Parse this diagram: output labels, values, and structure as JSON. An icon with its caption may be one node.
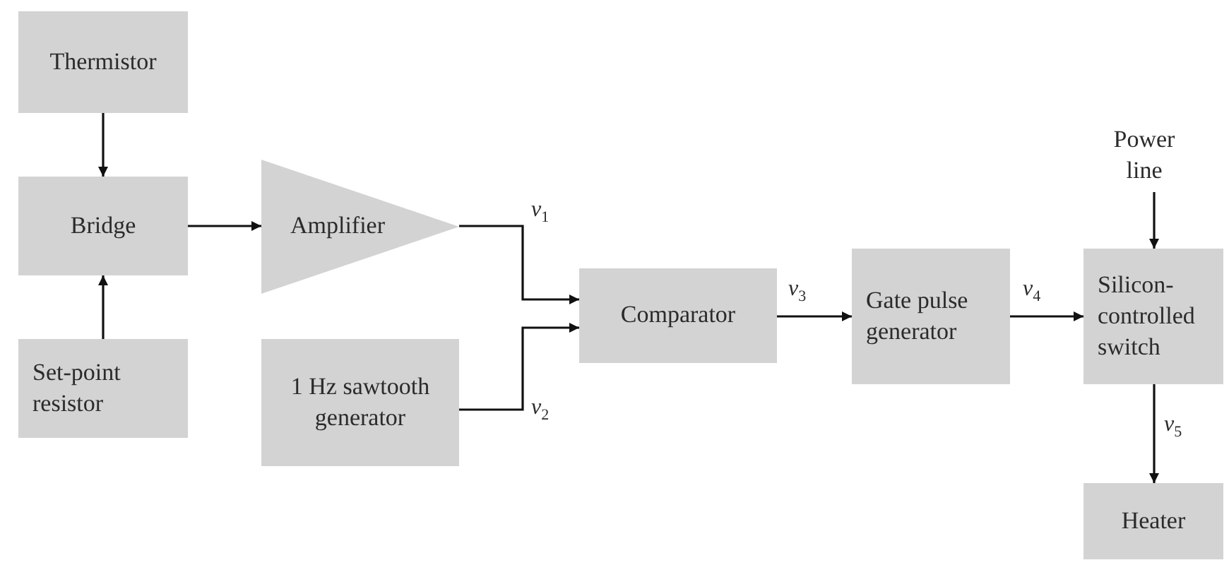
{
  "diagram": {
    "nodes": [
      {
        "text": [
          "Thermistor"
        ]
      },
      {
        "text": [
          "Bridge"
        ]
      },
      {
        "text": [
          "Set-point resistor"
        ]
      },
      {
        "text": [
          "Amplifier"
        ]
      },
      {
        "text": [
          "1 Hz sawtooth generator"
        ]
      },
      {
        "text": [
          "Comparator"
        ]
      },
      {
        "text": [
          "Gate pulse generator"
        ]
      },
      {
        "text": [
          "Power line"
        ]
      },
      {
        "text": [
          "Silicon-controlled switch"
        ]
      },
      {
        "text": [
          "Heater"
        ]
      }
    ],
    "edges": [
      {
        "from": 0,
        "to": 1,
        "arrow": "to"
      },
      {
        "from": 2,
        "to": 1,
        "arrow": "to"
      },
      {
        "from": 1,
        "to": 3,
        "arrow": "to"
      },
      {
        "from": 3,
        "to": 5,
        "arrow": "to",
        "label": "*v*$_{1}$"
      },
      {
        "from": 4,
        "to": 5,
        "arrow": "to",
        "label": "*v*$_{2}$"
      },
      {
        "from": 5,
        "to": 6,
        "arrow": "to",
        "label": "*v*$_{3}$"
      },
      {
        "from": 6,
        "to": 8,
        "arrow": "to",
        "label": "*v*$_{4}$"
      },
      {
        "from": 7,
        "to": 8,
        "arrow": "to"
      },
      {
        "from": 8,
        "to": 9,
        "arrow": "to",
        "label": "*v*$_{5}$"
      }
    ]
  }
}
